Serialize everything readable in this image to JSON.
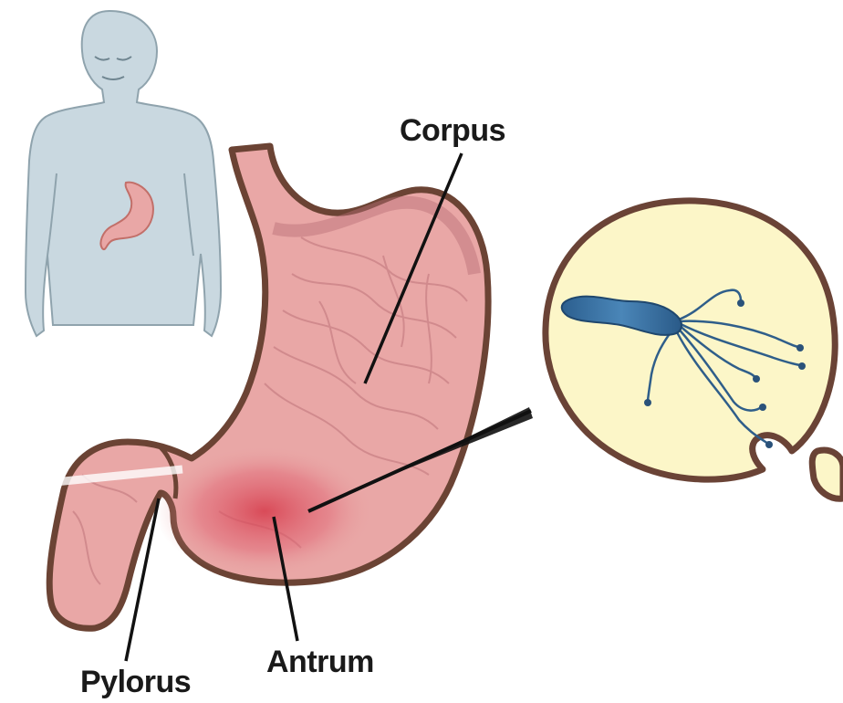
{
  "labels": {
    "corpus": "Corpus",
    "antrum": "Antrum",
    "pylorus": "Pylorus"
  },
  "colors": {
    "body_silhouette": "#c9d8e0",
    "stomach_outline": "#6b4334",
    "stomach_fill": "#e9a7a6",
    "antrum_inflammation": "#d9424f",
    "zoom_circle_fill": "#fcf6c8",
    "zoom_circle_outline": "#6a4336",
    "bacterium": "#3b6e9c"
  },
  "icons": {
    "person": "human-silhouette-icon",
    "bacterium": "helicobacter-bacterium-icon"
  }
}
